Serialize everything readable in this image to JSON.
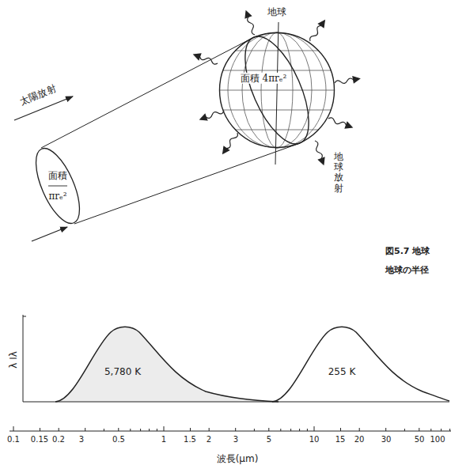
{
  "diagram": {
    "caption": "図5.7 地球 地球の半径",
    "nodes": [
      {
        "text": [
          "面積 πrₑ²"
        ]
      },
      {
        "text": [
          "地球",
          "面積 4πrₑ²"
        ]
      }
    ],
    "labels": [
      "太陽放射",
      "地球放射",
      "λ Iλ",
      "5,780 K",
      "255 K",
      "0.1",
      "0.15",
      "0.2",
      "3",
      "0.5",
      "1",
      "1.5",
      "2",
      "3",
      "5",
      "10",
      "15",
      "20",
      "30",
      "50",
      "100",
      "波長(μm)"
    ]
  }
}
